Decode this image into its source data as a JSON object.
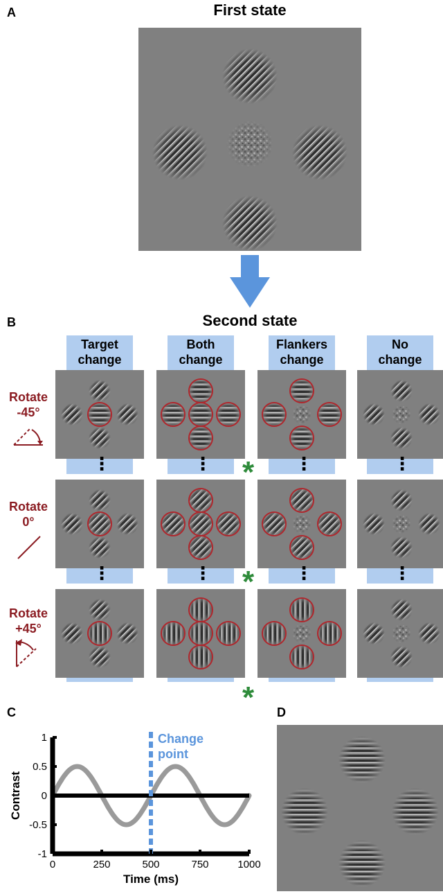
{
  "panel_a": {
    "letter": "A",
    "title": "First state"
  },
  "panel_b": {
    "letter": "B",
    "title": "Second state",
    "columns": [
      {
        "line1": "Target",
        "line2": "change"
      },
      {
        "line1": "Both",
        "line2": "change"
      },
      {
        "line1": "Flankers",
        "line2": "change"
      },
      {
        "line1": "No",
        "line2": "change"
      }
    ],
    "rows": [
      {
        "line1": "Rotate",
        "line2": "-45°"
      },
      {
        "line1": "Rotate",
        "line2": "0°"
      },
      {
        "line1": "Rotate",
        "line2": "+45°"
      }
    ],
    "ellipsis": "⋮",
    "star": "*",
    "colors": {
      "highlight": "#b1cdef",
      "circle": "#b0262c",
      "star": "#2e8b3a",
      "label": "#8b1c22"
    }
  },
  "panel_c": {
    "letter": "C",
    "annotation": [
      "Change",
      "point"
    ]
  },
  "panel_d": {
    "letter": "D"
  },
  "chart_data": {
    "type": "line",
    "xlabel": "Time (ms)",
    "ylabel": "Contrast",
    "xlim": [
      0,
      1000
    ],
    "ylim": [
      -1,
      1
    ],
    "xticks": [
      "0",
      "250",
      "500",
      "750",
      "1000"
    ],
    "yticks": [
      "1",
      "0.5",
      "0",
      "-0.5",
      "-1"
    ],
    "series": [
      {
        "amplitude": 0.5,
        "period_ms": 500,
        "phase": 0,
        "color": "#9a9a9a"
      }
    ],
    "change_point_ms": 500,
    "change_point_color": "#5b95dc"
  }
}
